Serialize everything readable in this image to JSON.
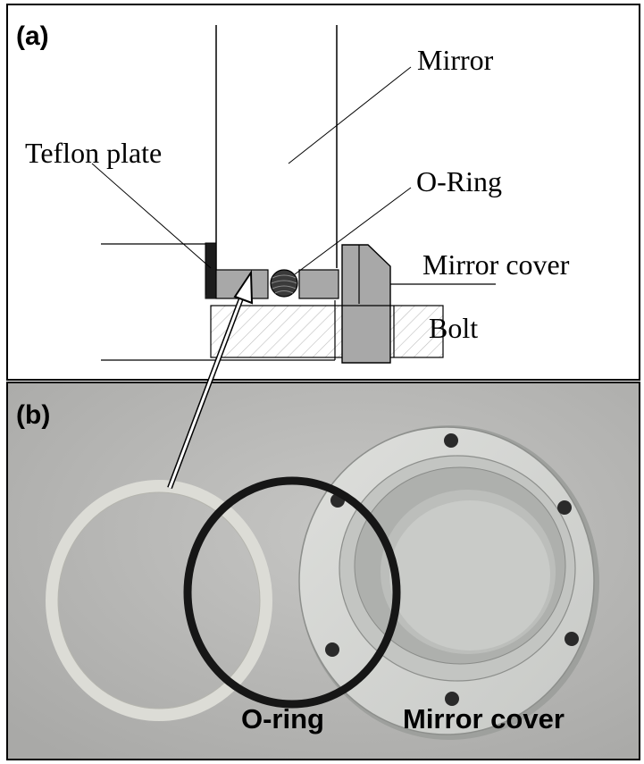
{
  "panel_a": {
    "tag": "(a)",
    "labels": {
      "mirror": "Mirror",
      "teflon_plate": "Teflon plate",
      "o_ring": "O-Ring",
      "mirror_cover": "Mirror cover",
      "bolt": "Bolt"
    }
  },
  "panel_b": {
    "tag": "(b)",
    "labels": {
      "o_ring": "O-ring",
      "mirror_cover": "Mirror cover"
    }
  },
  "colors": {
    "part_fill": "#a8a8a8",
    "teflon": "#1c1c1c",
    "photo_bg": "#b9b9b7",
    "teflon_ring": "#dcdcd6",
    "o_ring_black": "#161616",
    "cover_gray": "#d2d4d1"
  }
}
